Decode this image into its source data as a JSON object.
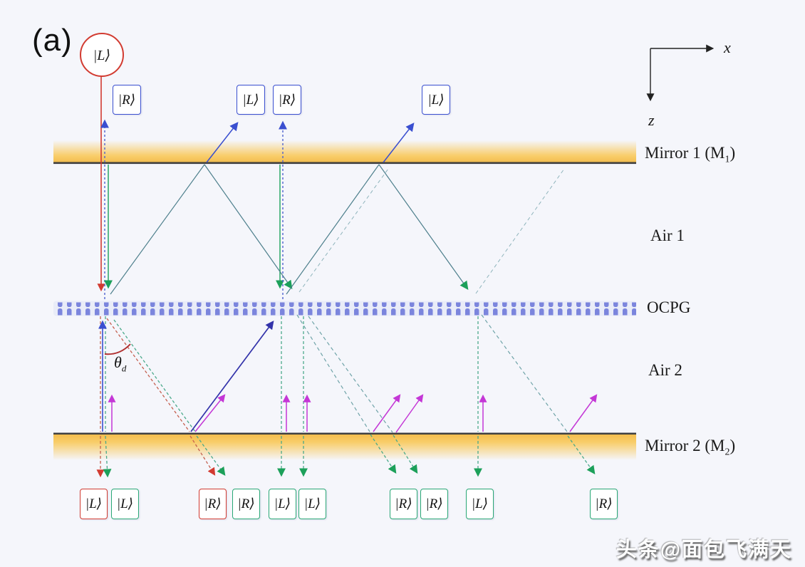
{
  "figure_label": "(a)",
  "input_state": {
    "label": "|L⟩"
  },
  "axes": {
    "x": "x",
    "z": "z"
  },
  "region_labels": {
    "mirror1_prefix": "Mirror 1 (M",
    "mirror1_sub": "1",
    "mirror1_suffix": ")",
    "air1": "Air 1",
    "ocpg": "OCPG",
    "air2": "Air 2",
    "mirror2_prefix": "Mirror 2 (M",
    "mirror2_sub": "2",
    "mirror2_suffix": ")"
  },
  "angle": {
    "symbol": "θ",
    "subscript": "d"
  },
  "top_boxes": [
    {
      "label": "|R⟩"
    },
    {
      "label": "|L⟩"
    },
    {
      "label": "|R⟩"
    },
    {
      "label": "|L⟩"
    }
  ],
  "bottom_boxes": [
    {
      "label": "|L⟩",
      "variant": "red"
    },
    {
      "label": "|L⟩",
      "variant": "green"
    },
    {
      "label": "|R⟩",
      "variant": "red"
    },
    {
      "label": "|R⟩",
      "variant": "green"
    },
    {
      "label": "|L⟩",
      "variant": "green"
    },
    {
      "label": "|L⟩",
      "variant": "green"
    },
    {
      "label": "|R⟩",
      "variant": "green"
    },
    {
      "label": "|R⟩",
      "variant": "green"
    },
    {
      "label": "|L⟩",
      "variant": "green"
    },
    {
      "label": "|R⟩",
      "variant": "green"
    }
  ],
  "watermark": {
    "text": "头条@面包飞满天"
  },
  "colors": {
    "red_state": "#d23b31",
    "green_state": "#2aa876",
    "blue_state": "#3a4fd0",
    "green_arrow": "#1ca05a",
    "navy_beam": "#3333aa",
    "magenta_beam": "#c437d6",
    "teal_beam": "#4d7f8c",
    "ocpg_blue": "#7b85dd",
    "mirror_gold": "#f8c95e",
    "background": "#f5f6fb"
  }
}
